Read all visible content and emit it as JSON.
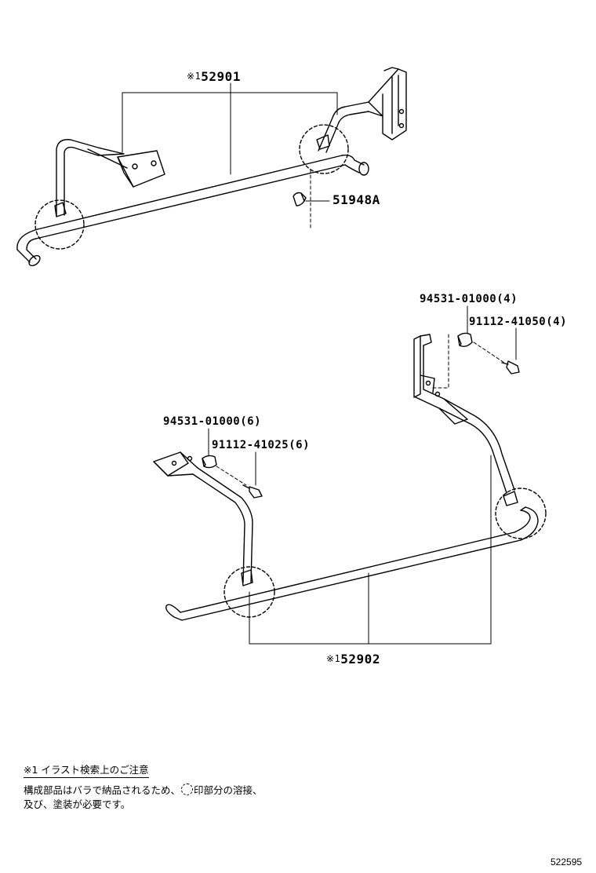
{
  "diagram_id": "522595",
  "assemblies": [
    {
      "ref_mark": "※1",
      "part_no": "52901"
    },
    {
      "ref_mark": "※1",
      "part_no": "52902"
    }
  ],
  "parts": [
    {
      "part_no": "51948A",
      "qty": ""
    },
    {
      "part_no": "94531-01000",
      "qty": "(4)"
    },
    {
      "part_no": "91112-41050",
      "qty": "(4)"
    },
    {
      "part_no": "94531-01000",
      "qty": "(6)"
    },
    {
      "part_no": "91112-41025",
      "qty": "(6)"
    }
  ],
  "note": {
    "title": "※1 イラスト検索上のご注意",
    "line1_before": "構成部品はバラで納品されるため、",
    "line1_after": "印部分の溶接、",
    "line2": "及び、塗装が必要です。"
  }
}
